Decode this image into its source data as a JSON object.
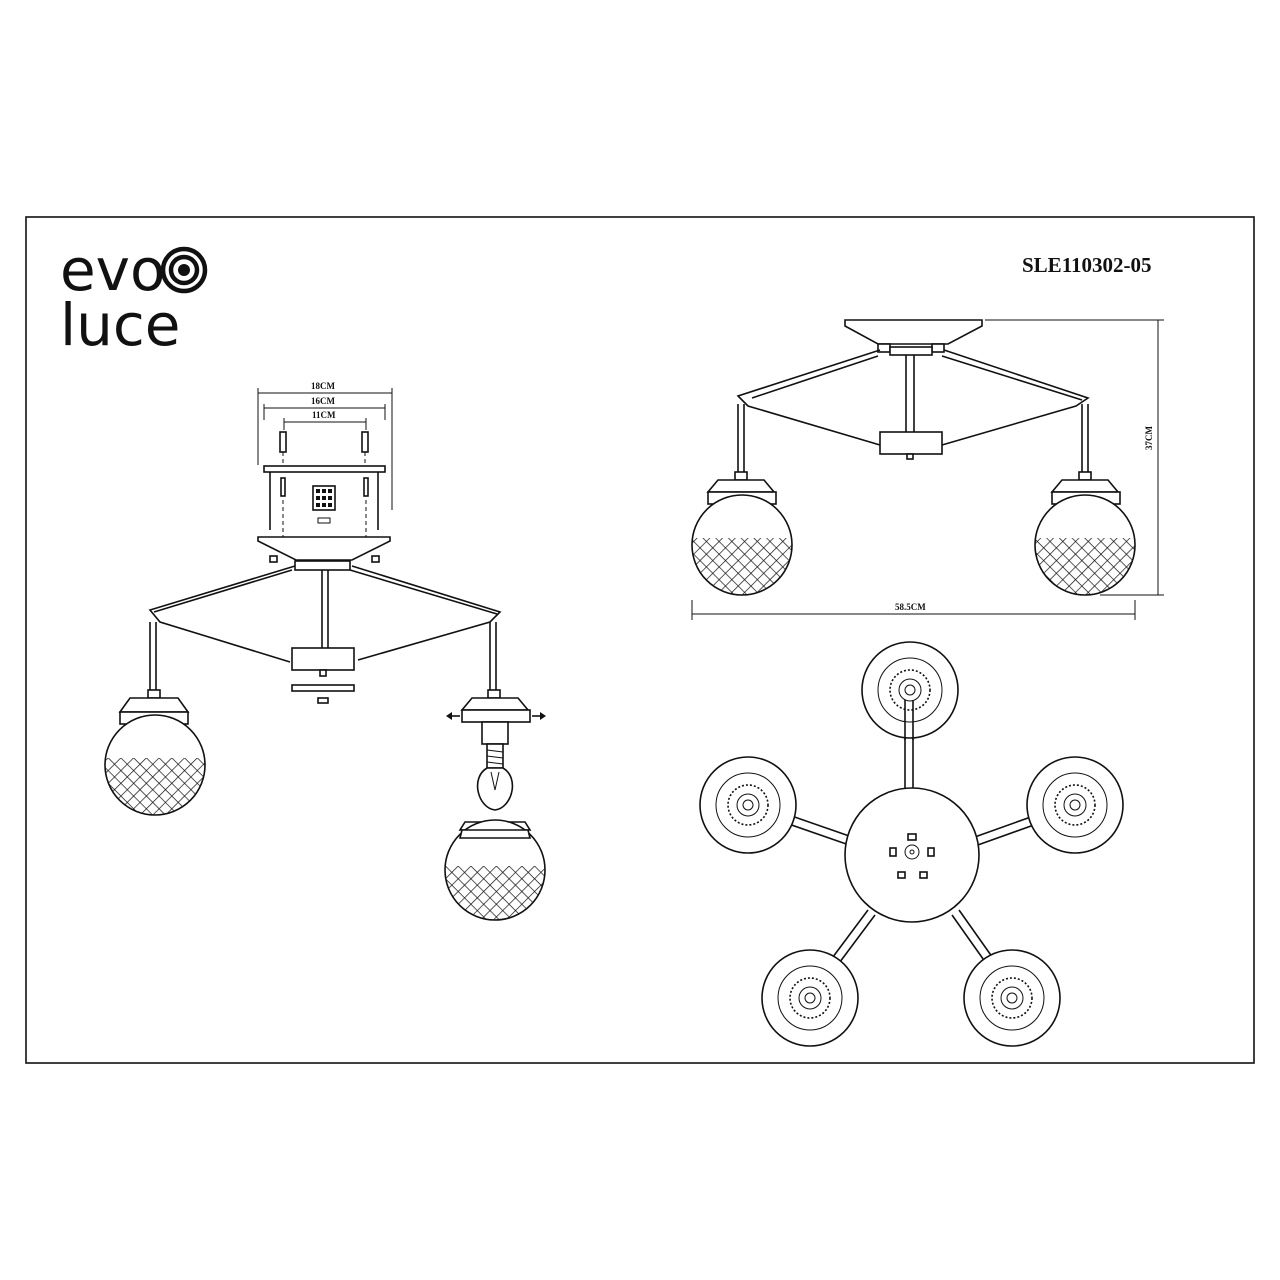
{
  "brand": {
    "line1": "evo",
    "line2": "luce"
  },
  "model_code": "SLE110302-05",
  "dimensions": {
    "bracket_outer": "18CM",
    "bracket_mid": "16CM",
    "bracket_inner": "11CM",
    "height": "37CM",
    "width": "58.5CM"
  },
  "colors": {
    "line": "#111111",
    "background": "#ffffff"
  },
  "icons": [
    "logo-target-icon",
    "screw-icon",
    "terminal-block-icon",
    "bulb-icon",
    "arrow-left-icon",
    "arrow-right-icon"
  ]
}
